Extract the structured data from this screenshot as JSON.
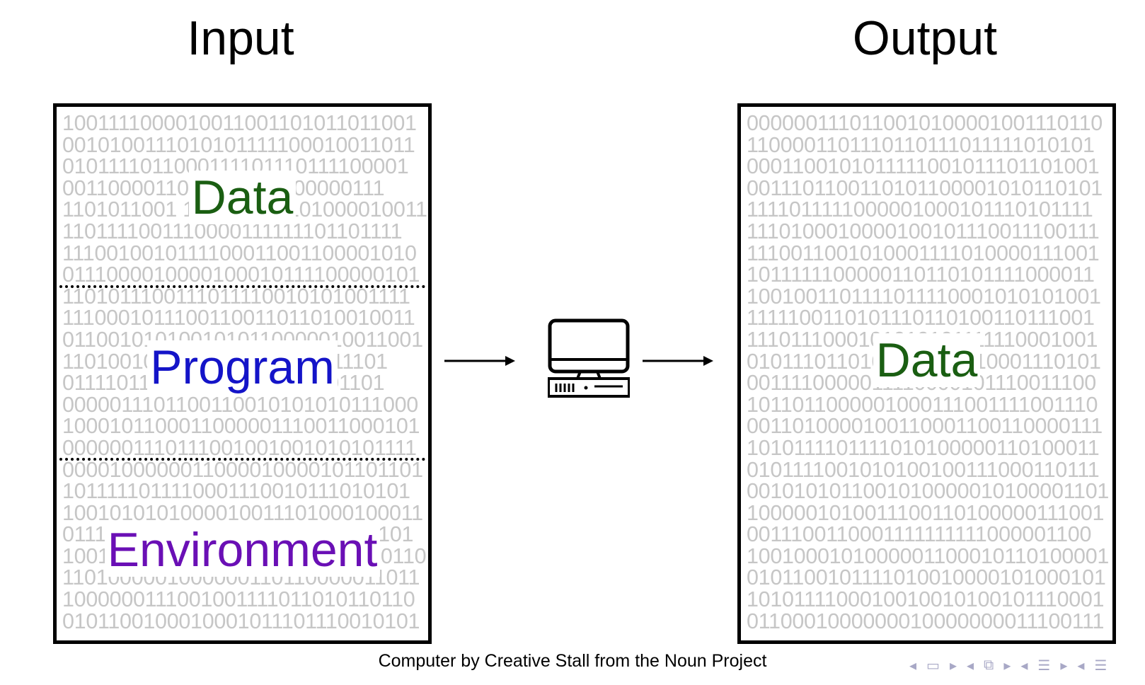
{
  "headings": {
    "input": "Input",
    "output": "Output"
  },
  "input_panel": {
    "binary_rows": [
      "1001111000010011001101011011001",
      "0010100111010101111100010011011",
      "0101111011000111101110111100001",
      "0011000011011010000100000111",
      "1101011001 1100100101010000100110",
      "1101111001110000111111101101111",
      "1110010010111100011001100001010",
      "0111000010000100010111100000101",
      "1101011100111011110010101001111",
      "1110001011100110011011010010011",
      "0110010101001010110000010011001",
      "1101001010101010101010011101",
      "0111101101010101010010101101",
      "0000011101100110010101010111000",
      "1000101100011000001110011000101",
      "0000001110111001001001010101111",
      "0000100000011000010000101101101",
      "1011111011110001110010111010101",
      "1001010101000010011101000100011",
      "0111001101010010111101111010101",
      "1001010101010101010101010100110",
      "1101000001000000110110000011011",
      "1000000111001001111011010110110",
      "0101100100010001011101110010101"
    ],
    "sections": {
      "data": "Data",
      "program": "Program",
      "environment": "Environment"
    }
  },
  "output_panel": {
    "binary_rows": [
      "0000001110110010100001001110110",
      "1100001101110110111011111010101",
      "0001100101011111001011101101001",
      "0011101100110101100001010110101",
      "1111011111000001000101110101111",
      "1110100010000100101110011100111",
      "1110011001010001111010000111001",
      "1011111100000110110101111000011",
      "1001001101111011110001010101001",
      "1111100110101110110100110111001",
      "1110111000101010101111110001001",
      "0101110110101010111010001110101",
      "0011110000011110000101110011100",
      "1011011000001000111001111001110",
      "0011010000100110001100110000111",
      "1010111101111010100000110100011",
      "0101111001010100100111000110111",
      "0010101011001010000010100001101",
      "1000001010011100110100000111001",
      "0011100110001111111111000001100",
      "1001000101000001100010110100001",
      "0101100101111010010000101000101",
      "1010111100010010010100101110001",
      "0110001000000010000000011100111"
    ],
    "sections": {
      "data": "Data"
    }
  },
  "credit": "Computer by Creative Stall from the Noun Project",
  "icons": {
    "computer": "computer-icon",
    "arrows": "right-arrow-icon"
  },
  "colors": {
    "data": "#1a5e12",
    "program": "#1414c8",
    "environment": "#6a0fb5",
    "binary": "#c6c6c6"
  }
}
